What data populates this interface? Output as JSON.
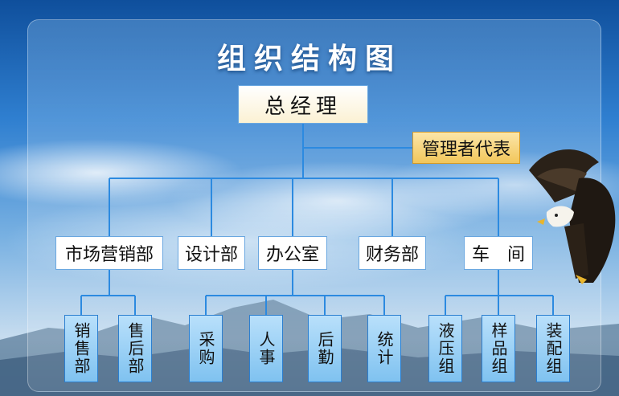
{
  "title": "组织结构图",
  "general_manager": "总经理",
  "management_rep": "管理者代表",
  "departments": [
    {
      "label": "市场营销部",
      "subs": [
        "销售部",
        "售后部"
      ]
    },
    {
      "label": "设计部",
      "subs": []
    },
    {
      "label": "办公室",
      "subs": [
        "采购",
        "人事",
        "后勤",
        "统计"
      ]
    },
    {
      "label": "财务部",
      "subs": []
    },
    {
      "label": "车　间",
      "subs": [
        "液压组",
        "样品组",
        "装配组"
      ]
    }
  ],
  "colors": {
    "line": "#2c8ae0",
    "sub_fill": "#9fd3f7",
    "rep_fill": "#f5cd6a",
    "title": "#ffffff"
  },
  "icons": [
    "eagle-icon"
  ]
}
